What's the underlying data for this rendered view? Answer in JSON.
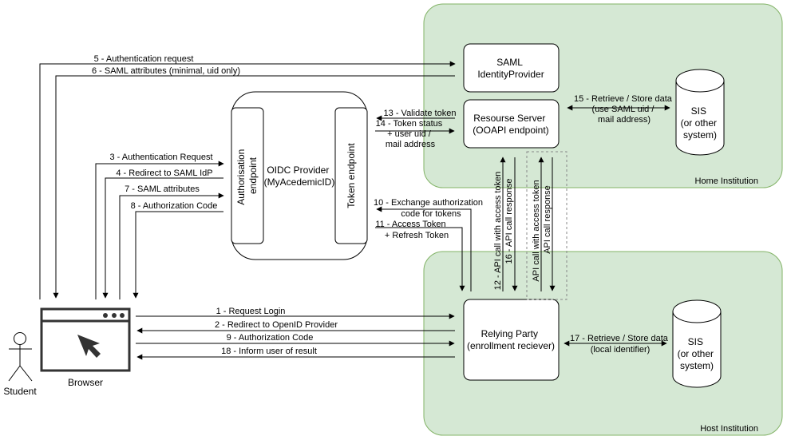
{
  "regions": {
    "home": "Home Institution",
    "host": "Host Institution"
  },
  "nodes": {
    "saml_idp": [
      "SAML",
      "IdentityProvider"
    ],
    "resource_server": [
      "Resourse Server",
      "(OOAPI endpoint)"
    ],
    "sis_home": [
      "SIS",
      "(or other",
      "system)"
    ],
    "oidc": [
      "OIDC Provider",
      "(MyAcedemicID)"
    ],
    "auth_endpoint": [
      "Authorisation",
      "endpoint"
    ],
    "token_endpoint": "Token endpoint",
    "relying_party": [
      "Relying Party",
      "(enrollment reciever)"
    ],
    "sis_host": [
      "SIS",
      "(or other",
      "system)"
    ],
    "browser": "Browser",
    "student": "Student"
  },
  "messages": {
    "m5": "5 - Authentication request",
    "m6": "6 - SAML attributes (minimal, uid only)",
    "m3": "3 - Authentication Request",
    "m4": "4 - Redirect to SAML IdP",
    "m7": "7 - SAML attributes",
    "m8": "8 - Authorization Code",
    "m13": "13 - Validate token",
    "m14": [
      "14 - Token status",
      "+ user uid /",
      "mail address"
    ],
    "m15": [
      "15 - Retrieve / Store data",
      "(use SAML uid /",
      "mail address)"
    ],
    "m10": [
      "10 - Exchange authorization",
      "code for tokens"
    ],
    "m11": [
      "11 - Access Token",
      "+ Refresh Token"
    ],
    "m12": "12 - API call with access token",
    "m16": "16 - API call response",
    "m_api_call": "API call with access token",
    "m_api_resp": "API call response",
    "m1": "1 - Request Login",
    "m2": "2 - Redirect to OpenID Provider",
    "m9": "9 - Authorization Code",
    "m18": "18 - Inform user of result",
    "m17": [
      "17 - Retrieve / Store data",
      "(local identifier)"
    ]
  },
  "colors": {
    "region_fill": "#d5e8d4",
    "region_stroke": "#82b366",
    "line": "#000000"
  }
}
